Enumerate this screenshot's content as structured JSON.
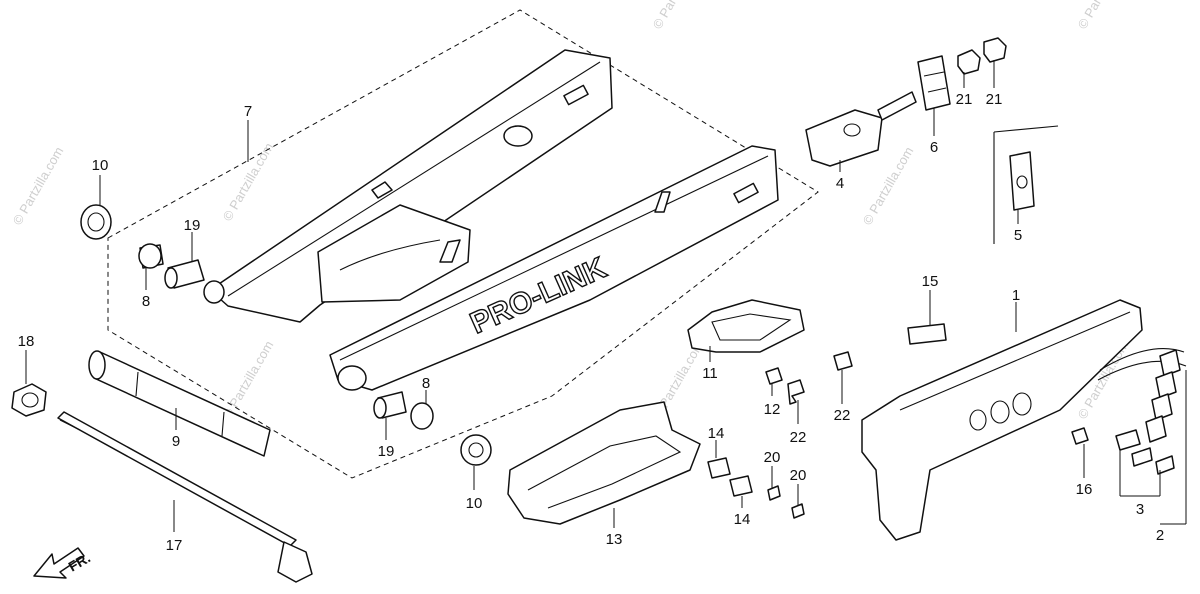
{
  "watermark": "© Partzilla.com",
  "direction_marker": "FR.",
  "swingarm_branding": "PRO-LINK",
  "callouts": [
    {
      "id": "c1",
      "label": "1"
    },
    {
      "id": "c2",
      "label": "2"
    },
    {
      "id": "c3",
      "label": "3"
    },
    {
      "id": "c4",
      "label": "4"
    },
    {
      "id": "c5",
      "label": "5"
    },
    {
      "id": "c6",
      "label": "6"
    },
    {
      "id": "c7",
      "label": "7"
    },
    {
      "id": "c8a",
      "label": "8"
    },
    {
      "id": "c8b",
      "label": "8"
    },
    {
      "id": "c9",
      "label": "9"
    },
    {
      "id": "c10a",
      "label": "10"
    },
    {
      "id": "c10b",
      "label": "10"
    },
    {
      "id": "c11",
      "label": "11"
    },
    {
      "id": "c12",
      "label": "12"
    },
    {
      "id": "c13",
      "label": "13"
    },
    {
      "id": "c14a",
      "label": "14"
    },
    {
      "id": "c14b",
      "label": "14"
    },
    {
      "id": "c15",
      "label": "15"
    },
    {
      "id": "c16",
      "label": "16"
    },
    {
      "id": "c17",
      "label": "17"
    },
    {
      "id": "c18",
      "label": "18"
    },
    {
      "id": "c19a",
      "label": "19"
    },
    {
      "id": "c19b",
      "label": "19"
    },
    {
      "id": "c20a",
      "label": "20"
    },
    {
      "id": "c20b",
      "label": "20"
    },
    {
      "id": "c21a",
      "label": "21"
    },
    {
      "id": "c21b",
      "label": "21"
    },
    {
      "id": "c22a",
      "label": "22"
    },
    {
      "id": "c22b",
      "label": "22"
    }
  ]
}
